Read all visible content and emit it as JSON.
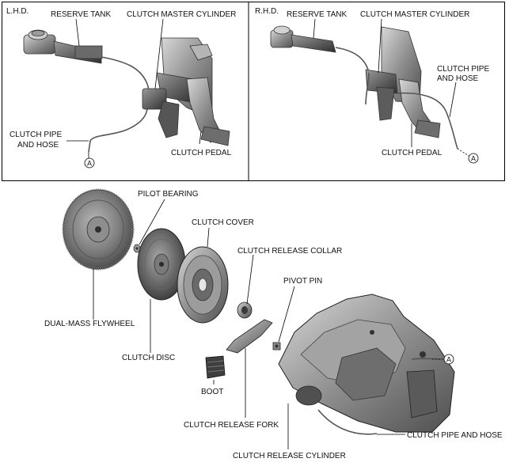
{
  "panels": {
    "lhd": {
      "tag": "L.H.D.",
      "reserve_tank": "RESERVE TANK",
      "master_cylinder": "CLUTCH MASTER CYLINDER",
      "pipe_hose_line1": "CLUTCH PIPE",
      "pipe_hose_line2": "AND HOSE",
      "pedal": "CLUTCH PEDAL",
      "ref_mark": "A"
    },
    "rhd": {
      "tag": "R.H.D.",
      "reserve_tank": "RESERVE TANK",
      "master_cylinder": "CLUTCH MASTER CYLINDER",
      "pipe_hose_line1": "CLUTCH PIPE",
      "pipe_hose_line2": "AND HOSE",
      "pedal": "CLUTCH PEDAL",
      "ref_mark": "A"
    }
  },
  "exploded": {
    "pilot_bearing": "PILOT BEARING",
    "clutch_cover": "CLUTCH COVER",
    "release_collar": "CLUTCH RELEASE COLLAR",
    "pivot_pin": "PIVOT PIN",
    "flywheel": "DUAL-MASS FLYWHEEL",
    "clutch_disc": "CLUTCH DISC",
    "boot": "BOOT",
    "release_fork": "CLUTCH RELEASE FORK",
    "pipe_hose": "CLUTCH PIPE AND HOSE",
    "release_cylinder": "CLUTCH RELEASE CYLINDER",
    "ref_mark": "A"
  }
}
